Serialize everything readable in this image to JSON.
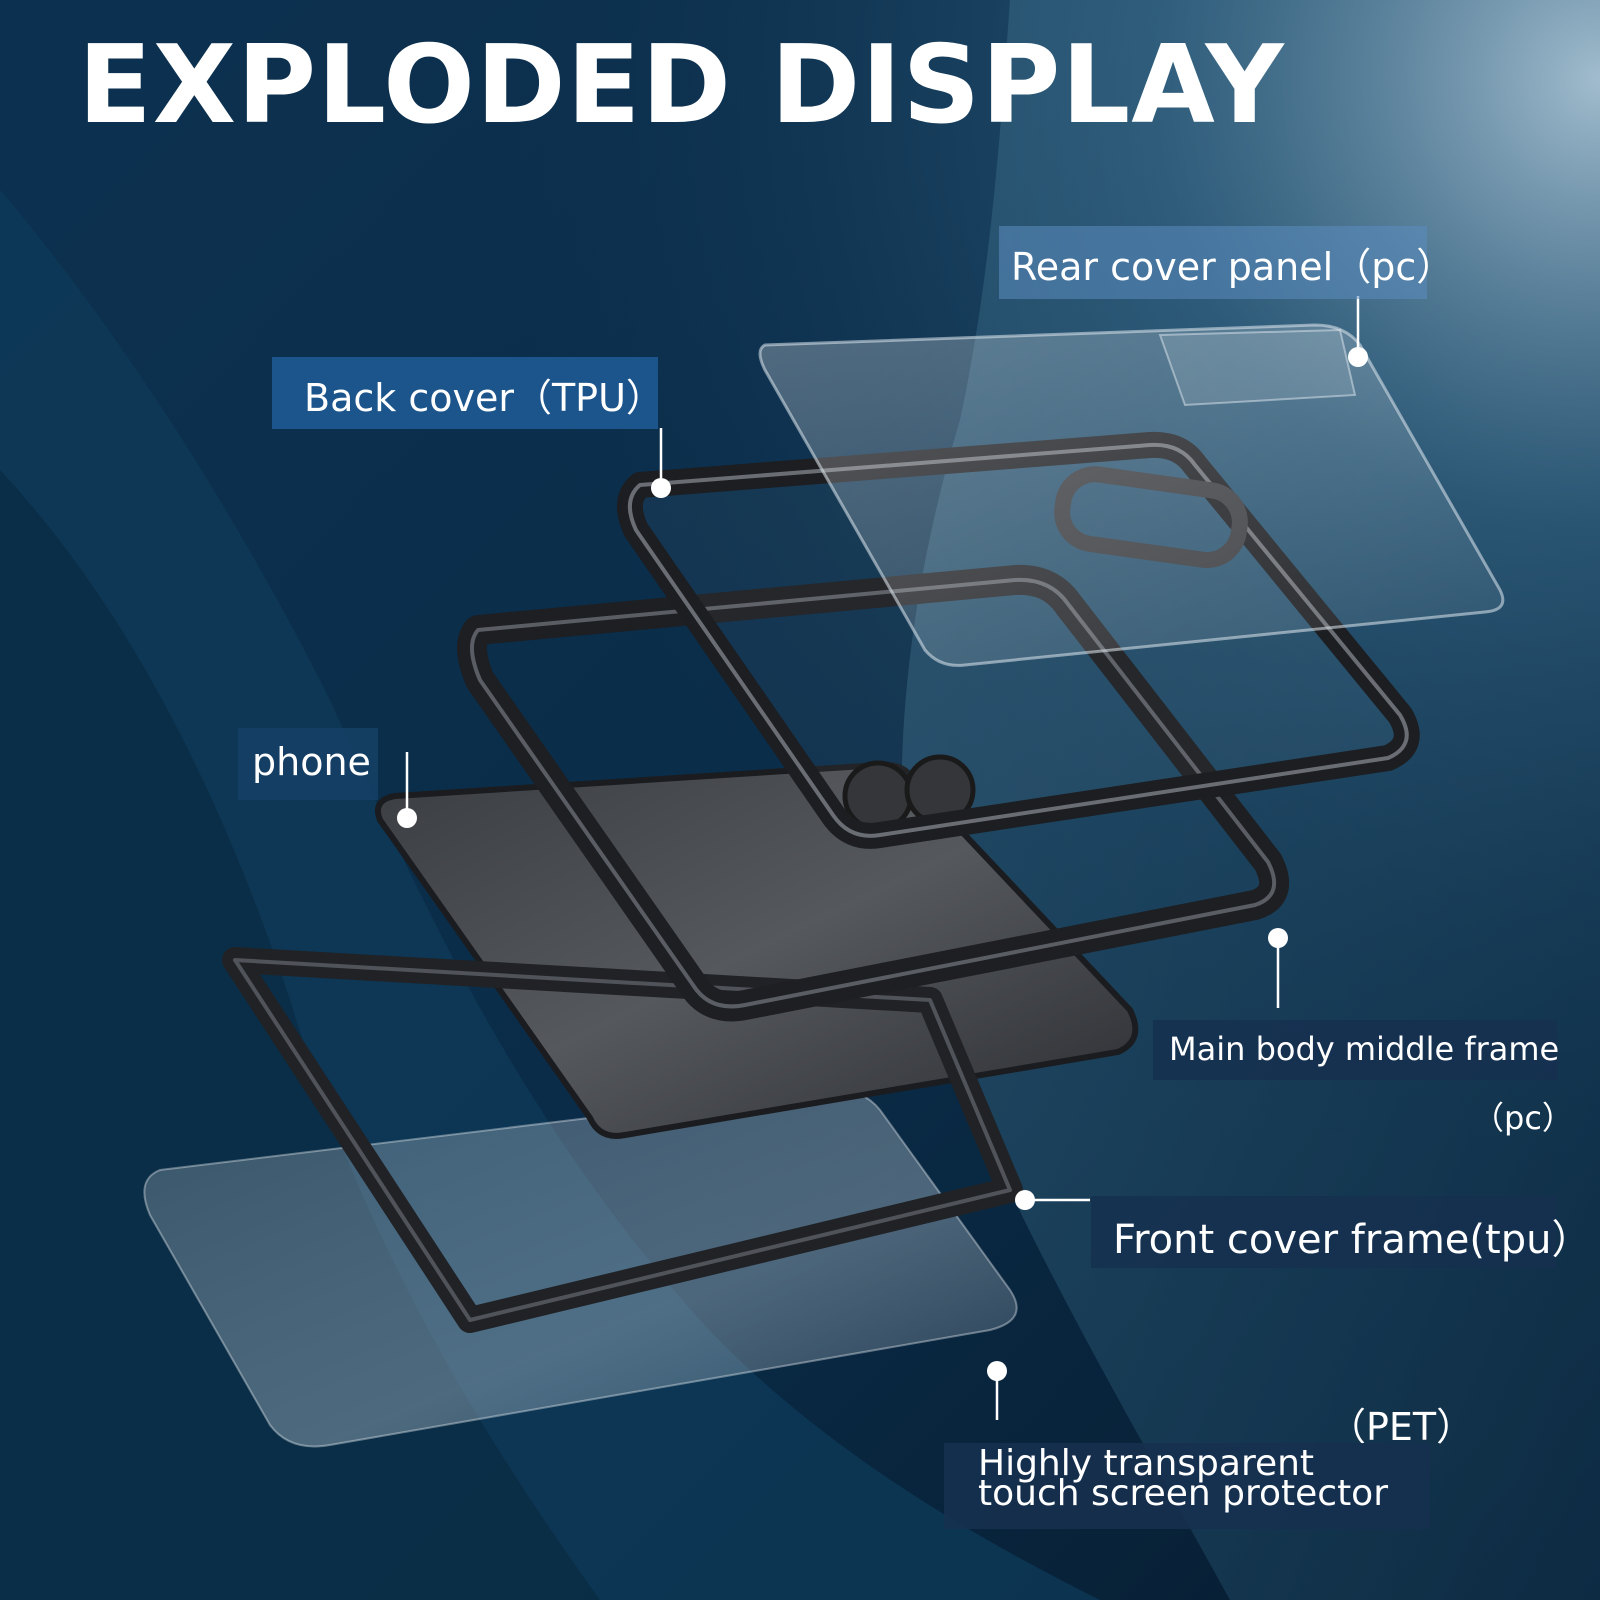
{
  "title": "EXPLODED DISPLAY",
  "labels": {
    "rear_cover": "Rear cover panel（pc）",
    "back_cover": "Back cover（TPU）",
    "phone": "phone",
    "middle_frame": "Main body middle frame",
    "middle_frame_material": "（pc）",
    "front_frame": "Front cover frame(tpu）",
    "protector_material": "（PET）",
    "protector": "Highly transparent touch screen protector"
  },
  "colors": {
    "background_dark": "#071e33",
    "background_mid": "#0f3a5c",
    "label_blue": "#1e5991",
    "label_navy": "#163050",
    "text": "#ffffff"
  }
}
